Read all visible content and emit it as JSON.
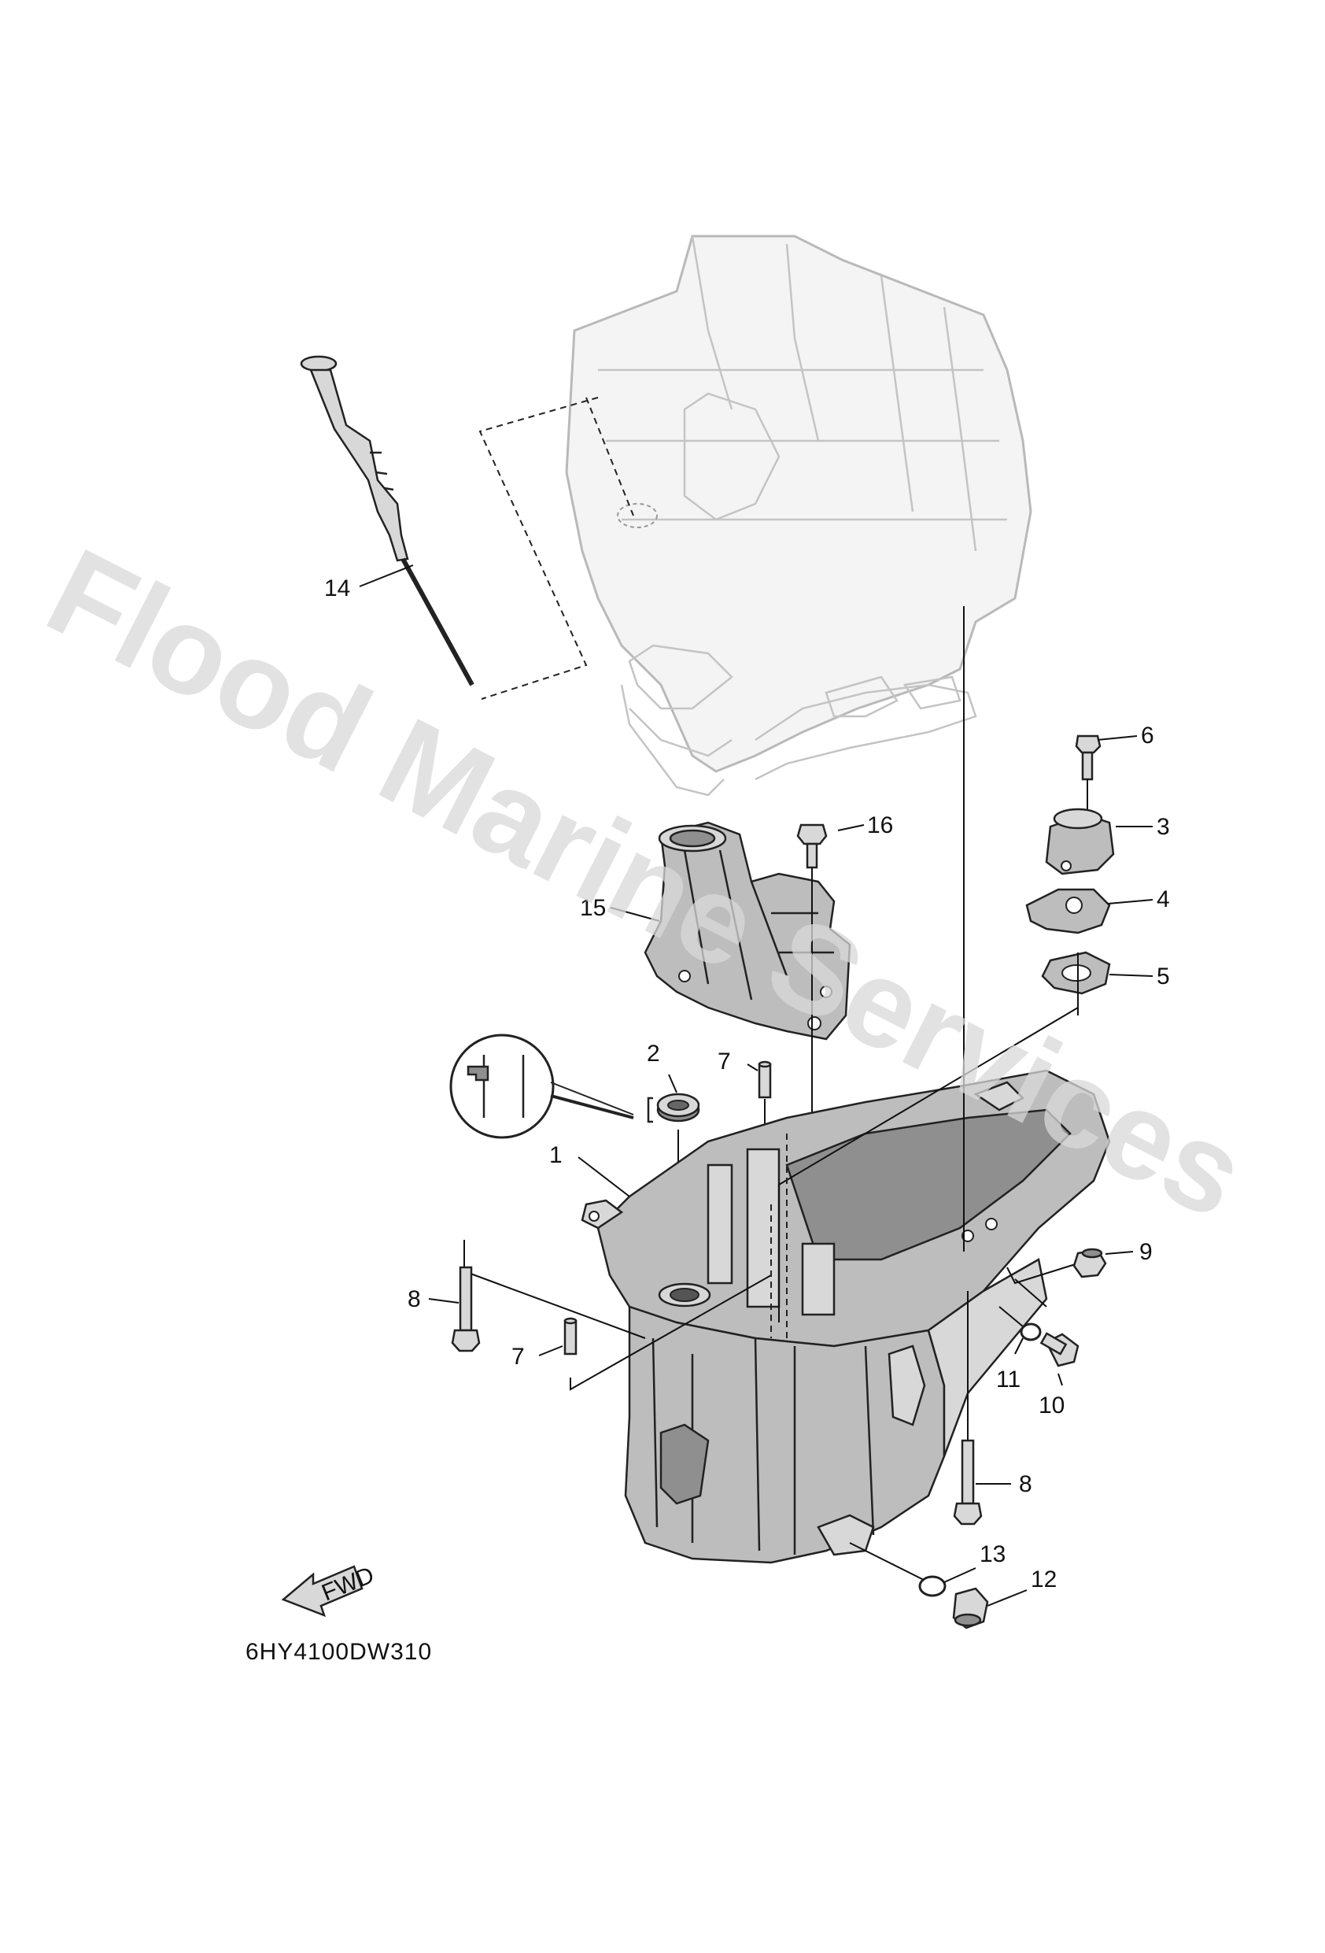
{
  "watermark": "Flood Marine Services",
  "drawing_code": "6HY4100DW310",
  "fwd_label": "FWD",
  "callouts": {
    "p1": "1",
    "p2": "2",
    "p3": "3",
    "p4": "4",
    "p5": "5",
    "p6": "6",
    "p7a": "7",
    "p7b": "7",
    "p8a": "8",
    "p8b": "8",
    "p9": "9",
    "p10": "10",
    "p11": "11",
    "p12": "12",
    "p13": "13",
    "p14": "14",
    "p15": "15",
    "p16": "16"
  }
}
